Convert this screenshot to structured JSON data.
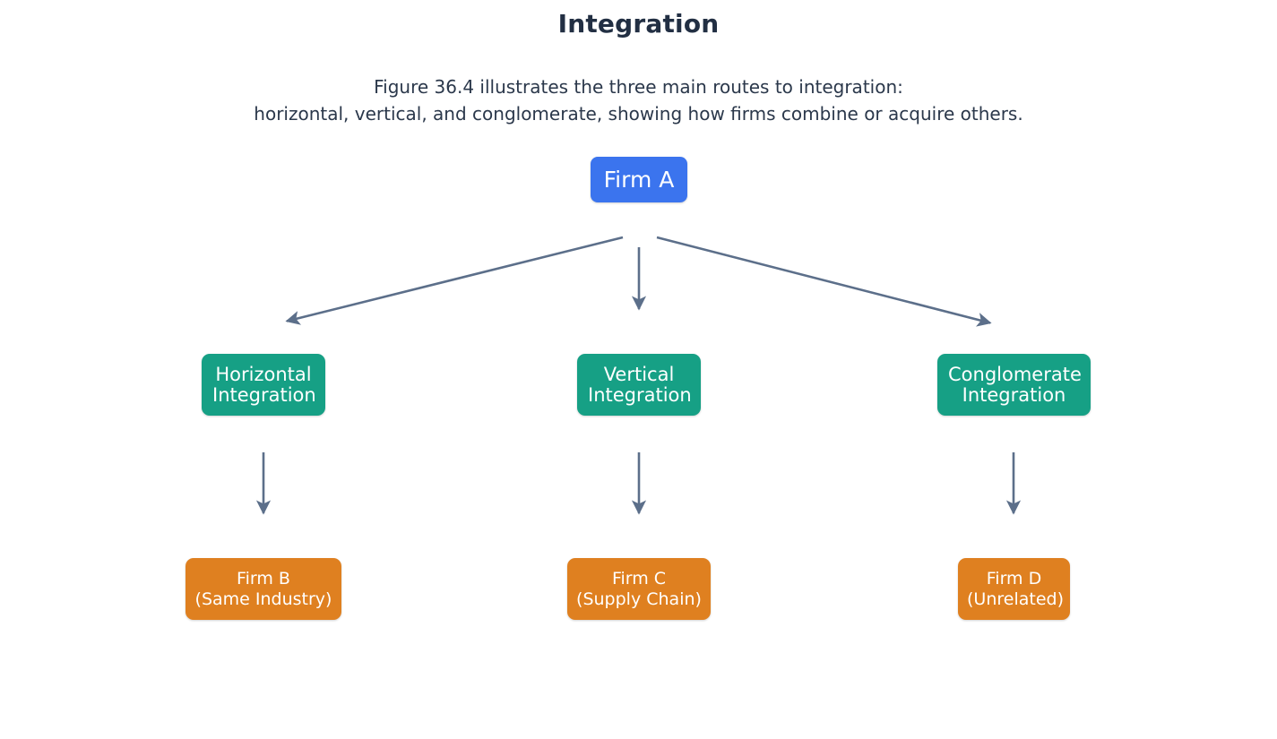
{
  "page": {
    "title": "Integration",
    "subtitle": "Figure 36.4 illustrates the three main routes to integration:\nhorizontal, vertical, and conglomerate, showing how firms combine or acquire others."
  },
  "colors": {
    "background": "#ffffff",
    "title_text": "#222f43",
    "subtitle_text": "#2b384b",
    "root_node": "#3b74ee",
    "mid_node": "#16a085",
    "leaf_node": "#df8020",
    "arrow": "#5c6f8a",
    "node_text": "#ffffff"
  },
  "diagram": {
    "type": "tree-flowchart",
    "root": {
      "id": "firm-a",
      "label": "Firm A"
    },
    "branches": [
      {
        "id": "horizontal",
        "route_label": "Horizontal\nIntegration",
        "target_label": "Firm B\n(Same Industry)"
      },
      {
        "id": "vertical",
        "route_label": "Vertical\nIntegration",
        "target_label": "Firm C\n(Supply Chain)"
      },
      {
        "id": "conglomerate",
        "route_label": "Conglomerate\nIntegration",
        "target_label": "Firm D\n(Unrelated)"
      }
    ],
    "connectors": [
      {
        "id": "root-to-horizontal",
        "from": "firm-a",
        "to": "horizontal",
        "direction": "diagonal-left"
      },
      {
        "id": "root-to-vertical",
        "from": "firm-a",
        "to": "vertical",
        "direction": "down"
      },
      {
        "id": "root-to-conglomerate",
        "from": "firm-a",
        "to": "conglomerate",
        "direction": "diagonal-right"
      },
      {
        "id": "horizontal-to-firm-b",
        "from": "horizontal",
        "to": "firm-b",
        "direction": "down"
      },
      {
        "id": "vertical-to-firm-c",
        "from": "vertical",
        "to": "firm-c",
        "direction": "down"
      },
      {
        "id": "conglomerate-to-firm-d",
        "from": "conglomerate",
        "to": "firm-d",
        "direction": "down"
      }
    ]
  }
}
